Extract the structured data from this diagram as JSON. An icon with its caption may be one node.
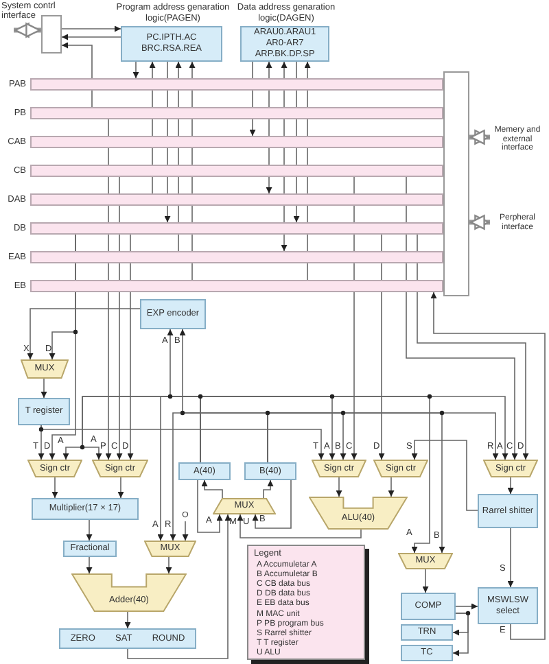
{
  "diagram": {
    "nodes": [
      {
        "text": [],
        "shape": "box",
        "beside": [
          "System contrl interface"
        ]
      },
      {
        "text": [
          "Program address genaration logic(PAGEN)",
          "PC.IPTH.AC BRC.RSA.REA"
        ]
      },
      {
        "text": [
          "Data address genaration logic(DAGEN)",
          "ARAU0.ARAU1 AR0-AR7 ARP.BK.DP.SP"
        ]
      },
      {
        "text": [
          "PAB"
        ]
      },
      {
        "text": [
          "PB"
        ]
      },
      {
        "text": [
          "CAB"
        ]
      },
      {
        "text": [
          "CB"
        ]
      },
      {
        "text": [
          "DAB"
        ]
      },
      {
        "text": [
          "DB"
        ]
      },
      {
        "text": [
          "EAB"
        ]
      },
      {
        "text": [
          "EB"
        ]
      },
      {
        "text": [],
        "shape": "box"
      },
      {
        "text": [
          "EXP encoder"
        ]
      },
      {
        "text": [
          "MUX"
        ]
      },
      {
        "text": [
          "T register"
        ]
      },
      {
        "text": [
          "Sign ctr"
        ]
      },
      {
        "text": [
          "Sign ctr"
        ]
      },
      {
        "text": [
          "A(40)"
        ]
      },
      {
        "text": [
          "B(40)"
        ]
      },
      {
        "text": [
          "Multiplier(17 × 17)"
        ]
      },
      {
        "text": [
          "MUX"
        ]
      },
      {
        "text": [
          "Fractional"
        ]
      },
      {
        "text": [
          "MUX"
        ]
      },
      {
        "text": [
          "Adder(40)"
        ]
      },
      {
        "text": [
          "ZERO",
          "SAT",
          "ROUND"
        ]
      },
      {
        "text": [
          "Sign ctr"
        ]
      },
      {
        "text": [
          "Sign ctr"
        ]
      },
      {
        "text": [
          "ALU(40)"
        ]
      },
      {
        "text": [
          "Sign ctr"
        ]
      },
      {
        "text": [
          "Rarrel shitter"
        ]
      },
      {
        "text": [
          "MUX"
        ]
      },
      {
        "text": [
          "COMP"
        ]
      },
      {
        "text": [
          "MSWLSW select"
        ]
      },
      {
        "text": [
          "TRN"
        ]
      },
      {
        "text": [
          "TC"
        ]
      },
      {
        "text": [
          "Memery and external interface"
        ]
      },
      {
        "text": [
          "Perpheral interface"
        ]
      },
      {
        "text": [
          "O"
        ]
      }
    ],
    "edges": [
      {
        "from": null,
        "to": 0,
        "arrow": "both",
        "style": "thick"
      },
      {
        "from": 35,
        "to": 11,
        "arrow": "both",
        "style": "thick"
      },
      {
        "from": 36,
        "to": 11,
        "arrow": "both",
        "style": "thick"
      },
      {
        "from": 0,
        "to": 1,
        "arrow": "to"
      },
      {
        "from": 1,
        "to": 0,
        "arrow": "to"
      },
      {
        "from": 4,
        "to": 0,
        "arrow": "to"
      },
      {
        "from": 1,
        "to": 3,
        "arrow": "to"
      },
      {
        "from": 7,
        "to": 1,
        "arrow": "to"
      },
      {
        "from": 1,
        "to": 8,
        "arrow": "to"
      },
      {
        "from": 9,
        "to": 1,
        "arrow": "to"
      },
      {
        "from": 10,
        "to": 1,
        "arrow": "to"
      },
      {
        "from": 2,
        "to": 5,
        "arrow": "to"
      },
      {
        "from": 2,
        "to": 7,
        "arrow": "both"
      },
      {
        "from": 2,
        "to": 9,
        "arrow": "both"
      },
      {
        "from": 2,
        "to": 8,
        "arrow": "to"
      },
      {
        "from": 10,
        "to": 2,
        "arrow": "to"
      },
      {
        "from": 32,
        "to": 10,
        "arrow": "to"
      },
      {
        "from": 12,
        "to": 13,
        "arrow": "to"
      },
      {
        "from": 8,
        "to": 13,
        "arrow": "to"
      },
      {
        "from": 13,
        "to": 14,
        "arrow": "to"
      },
      {
        "from": 14,
        "to": 15,
        "arrow": "to"
      },
      {
        "from": 8,
        "to": 15,
        "arrow": "to"
      },
      {
        "from": 17,
        "to": 15,
        "arrow": "to"
      },
      {
        "from": 17,
        "to": 16,
        "arrow": "to"
      },
      {
        "from": 4,
        "to": 16,
        "arrow": "to"
      },
      {
        "from": 6,
        "to": 16,
        "arrow": "to"
      },
      {
        "from": 8,
        "to": 16,
        "arrow": "to"
      },
      {
        "from": 17,
        "to": 12,
        "arrow": "to"
      },
      {
        "from": 18,
        "to": 12,
        "arrow": "to"
      },
      {
        "from": 14,
        "to": 25,
        "arrow": "to"
      },
      {
        "from": 17,
        "to": 25,
        "arrow": "to"
      },
      {
        "from": 18,
        "to": 25,
        "arrow": "to"
      },
      {
        "from": 6,
        "to": 25,
        "arrow": "to"
      },
      {
        "from": 8,
        "to": 26,
        "arrow": "to"
      },
      {
        "from": 29,
        "to": 26,
        "arrow": "to"
      },
      {
        "from": 17,
        "to": 28,
        "arrow": "to"
      },
      {
        "from": 6,
        "to": 28,
        "arrow": "to"
      },
      {
        "from": 8,
        "to": 28,
        "arrow": "to"
      },
      {
        "from": 18,
        "to": 28,
        "arrow": "to"
      },
      {
        "from": 15,
        "to": 19,
        "arrow": "to"
      },
      {
        "from": 16,
        "to": 19,
        "arrow": "to"
      },
      {
        "from": 19,
        "to": 21,
        "arrow": "to"
      },
      {
        "from": 21,
        "to": 23,
        "arrow": "to"
      },
      {
        "from": 22,
        "to": 23,
        "arrow": "to"
      },
      {
        "from": 23,
        "to": 24,
        "arrow": "to"
      },
      {
        "from": 17,
        "to": 22,
        "arrow": "to"
      },
      {
        "from": 18,
        "to": 22,
        "arrow": "to"
      },
      {
        "from": 37,
        "to": 22,
        "arrow": "to"
      },
      {
        "from": 20,
        "to": 17,
        "arrow": "to"
      },
      {
        "from": 20,
        "to": 18,
        "arrow": "to"
      },
      {
        "from": 24,
        "to": 20,
        "arrow": "to"
      },
      {
        "from": 17,
        "to": 20,
        "arrow": "to"
      },
      {
        "from": 27,
        "to": 20,
        "arrow": "to"
      },
      {
        "from": 18,
        "to": 20,
        "arrow": "to"
      },
      {
        "from": 25,
        "to": 27,
        "arrow": "to"
      },
      {
        "from": 26,
        "to": 27,
        "arrow": "to"
      },
      {
        "from": 28,
        "to": 29,
        "arrow": "to"
      },
      {
        "from": 29,
        "to": 32,
        "arrow": "to"
      },
      {
        "from": 17,
        "to": 30,
        "arrow": "to"
      },
      {
        "from": 18,
        "to": 30,
        "arrow": "to"
      },
      {
        "from": 30,
        "to": 31,
        "arrow": "to"
      },
      {
        "from": 31,
        "to": 32,
        "arrow": "to"
      },
      {
        "from": 31,
        "to": 33,
        "arrow": "to"
      },
      {
        "from": 31,
        "to": 34,
        "arrow": "to"
      }
    ],
    "labels": [
      "X",
      "D",
      "A",
      "B",
      "T",
      "D",
      "A",
      "A",
      "P",
      "C",
      "D",
      "T",
      "A",
      "B",
      "C",
      "D",
      "S",
      "R",
      "A",
      "C",
      "D",
      "A",
      "R",
      "A",
      "M",
      "U",
      "B",
      "A",
      "B",
      "S",
      "E",
      "Legent"
    ],
    "legend": [
      {
        "text": "A Accumuletar A"
      },
      {
        "text": "B Accumuletar B"
      },
      {
        "text": "C CB data bus"
      },
      {
        "text": "D DB data bus"
      },
      {
        "text": "E EB data bus"
      },
      {
        "text": "M MAC unit"
      },
      {
        "text": "P PB program bus"
      },
      {
        "text": "S Rarrel shitter"
      },
      {
        "text": "T T register"
      },
      {
        "text": "U ALU"
      }
    ]
  }
}
